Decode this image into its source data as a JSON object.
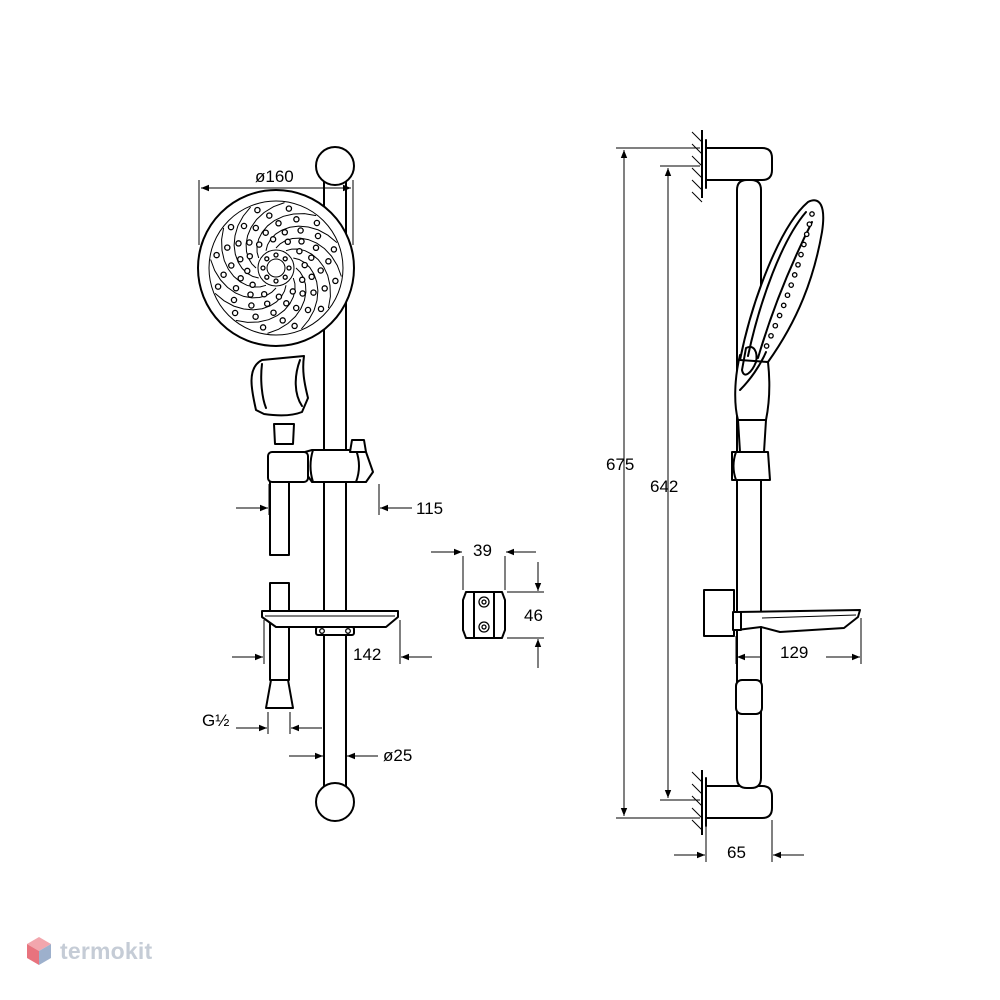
{
  "dimensions": {
    "handshower_diameter": "ø160",
    "holder_offset": "115",
    "bracket_width": "39",
    "bracket_height": "46",
    "soap_dish_width": "142",
    "thread": "G½",
    "rail_diameter": "ø25",
    "total_height": "675",
    "rail_length": "642",
    "soap_dish_depth": "129",
    "wall_offset": "65"
  },
  "watermark": {
    "brand": "termokit",
    "logo_icon": "cube-logo-icon"
  }
}
